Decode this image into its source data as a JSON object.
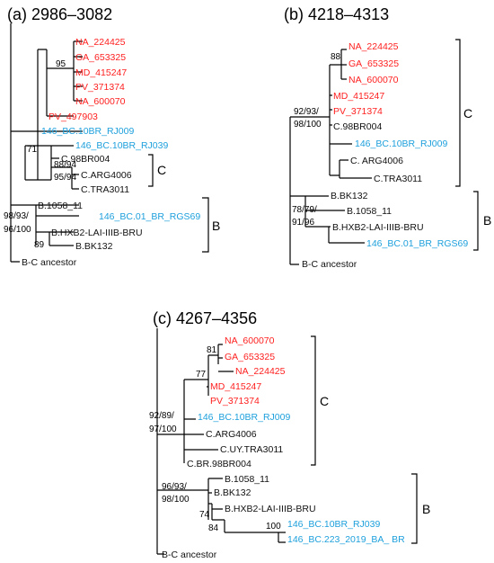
{
  "colors": {
    "red": "#ff2020",
    "blue": "#1ea0dc",
    "black": "#111111"
  },
  "panels": [
    {
      "title": "(a) 2986–3082",
      "taxa": [
        {
          "label": "NA_224425",
          "color": "red"
        },
        {
          "label": "GA_653325",
          "color": "red"
        },
        {
          "label": "MD_415247",
          "color": "red"
        },
        {
          "label": "PV_371374",
          "color": "red"
        },
        {
          "label": "NA_600070",
          "color": "red"
        },
        {
          "label": "PV_497903",
          "color": "red"
        },
        {
          "label": "146_BC.10BR_RJ009",
          "color": "blue"
        },
        {
          "label": "146_BC.10BR_RJ039",
          "color": "blue"
        },
        {
          "label": "C.98BR004",
          "color": "black"
        },
        {
          "label": "C.ARG4006",
          "color": "black"
        },
        {
          "label": "C.TRA3011",
          "color": "black"
        },
        {
          "label": "B.1058_11",
          "color": "black"
        },
        {
          "label": "146_BC.01_BR_RGS69",
          "color": "blue"
        },
        {
          "label": "B.HXB2-LAI-IIIB-BRU",
          "color": "black"
        },
        {
          "label": "B.BK132",
          "color": "black"
        },
        {
          "label": "B-C ancestor",
          "color": "black"
        }
      ],
      "support": [
        "95",
        "71",
        "88/94",
        "95/94",
        "98/93/",
        "96/100",
        "89"
      ],
      "clades": [
        "C",
        "B"
      ]
    },
    {
      "title": "(b) 4218–4313",
      "taxa": [
        {
          "label": "NA_224425",
          "color": "red"
        },
        {
          "label": "GA_653325",
          "color": "red"
        },
        {
          "label": "NA_600070",
          "color": "red"
        },
        {
          "label": "MD_415247",
          "color": "red"
        },
        {
          "label": "PV_371374",
          "color": "red"
        },
        {
          "label": "C.98BR004",
          "color": "black"
        },
        {
          "label": "146_BC.10BR_RJ009",
          "color": "blue"
        },
        {
          "label": "C. ARG4006",
          "color": "black"
        },
        {
          "label": "C.TRA3011",
          "color": "black"
        },
        {
          "label": "B.BK132",
          "color": "black"
        },
        {
          "label": "B.1058_11",
          "color": "black"
        },
        {
          "label": "B.HXB2-LAI-IIIB-BRU",
          "color": "black"
        },
        {
          "label": "146_BC.01_BR_RGS69",
          "color": "blue"
        },
        {
          "label": "B-C ancestor",
          "color": "black"
        }
      ],
      "support": [
        "88",
        "92/93/",
        "98/100",
        "78/79/",
        "91/96"
      ],
      "clades": [
        "C",
        "B"
      ]
    },
    {
      "title": "(c) 4267–4356",
      "taxa": [
        {
          "label": "NA_600070",
          "color": "red"
        },
        {
          "label": "GA_653325",
          "color": "red"
        },
        {
          "label": "NA_224425",
          "color": "red"
        },
        {
          "label": "MD_415247",
          "color": "red"
        },
        {
          "label": "PV_371374",
          "color": "red"
        },
        {
          "label": "146_BC.10BR_RJ009",
          "color": "blue"
        },
        {
          "label": "C.ARG4006",
          "color": "black"
        },
        {
          "label": "C.UY.TRA3011",
          "color": "black"
        },
        {
          "label": "C.BR.98BR004",
          "color": "black"
        },
        {
          "label": "B.1058_11",
          "color": "black"
        },
        {
          "label": "B.BK132",
          "color": "black"
        },
        {
          "label": "B.HXB2-LAI-IIIB-BRU",
          "color": "black"
        },
        {
          "label": "146_BC.10BR_RJ039",
          "color": "blue"
        },
        {
          "label": "146_BC.223_2019_BA_ BR",
          "color": "blue"
        },
        {
          "label": "B-C ancestor",
          "color": "black"
        }
      ],
      "support": [
        "81",
        "77",
        "92/89/",
        "97/100",
        "96/93/",
        "98/100",
        "74",
        "84",
        "100"
      ],
      "clades": [
        "C",
        "B"
      ]
    }
  ]
}
